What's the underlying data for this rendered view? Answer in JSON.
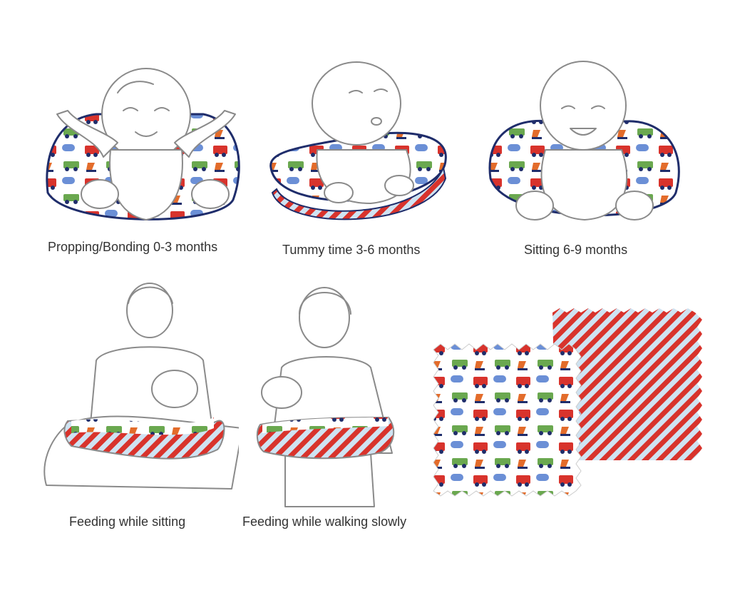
{
  "colors": {
    "outline": "#8a8a8a",
    "navy": "#1f2d6b",
    "red": "#d8332c",
    "stripe_blue": "#cfe3f2",
    "green": "#6aa84f",
    "orange": "#e36c2b",
    "blue": "#6b8fd6"
  },
  "panels": [
    {
      "icon": "baby-propped-illustration",
      "caption": "Propping/Bonding 0-3 months"
    },
    {
      "icon": "baby-tummy-time-illustration",
      "caption": "Tummy time 3-6 months"
    },
    {
      "icon": "baby-sitting-illustration",
      "caption": "Sitting 6-9 months"
    },
    {
      "icon": "mother-feeding-sitting-illustration",
      "caption": "Feeding while sitting"
    },
    {
      "icon": "mother-feeding-walking-illustration",
      "caption": "Feeding while walking slowly"
    },
    {
      "icon": "fabric-swatch-vehicles-and-stripes",
      "caption": ""
    }
  ]
}
